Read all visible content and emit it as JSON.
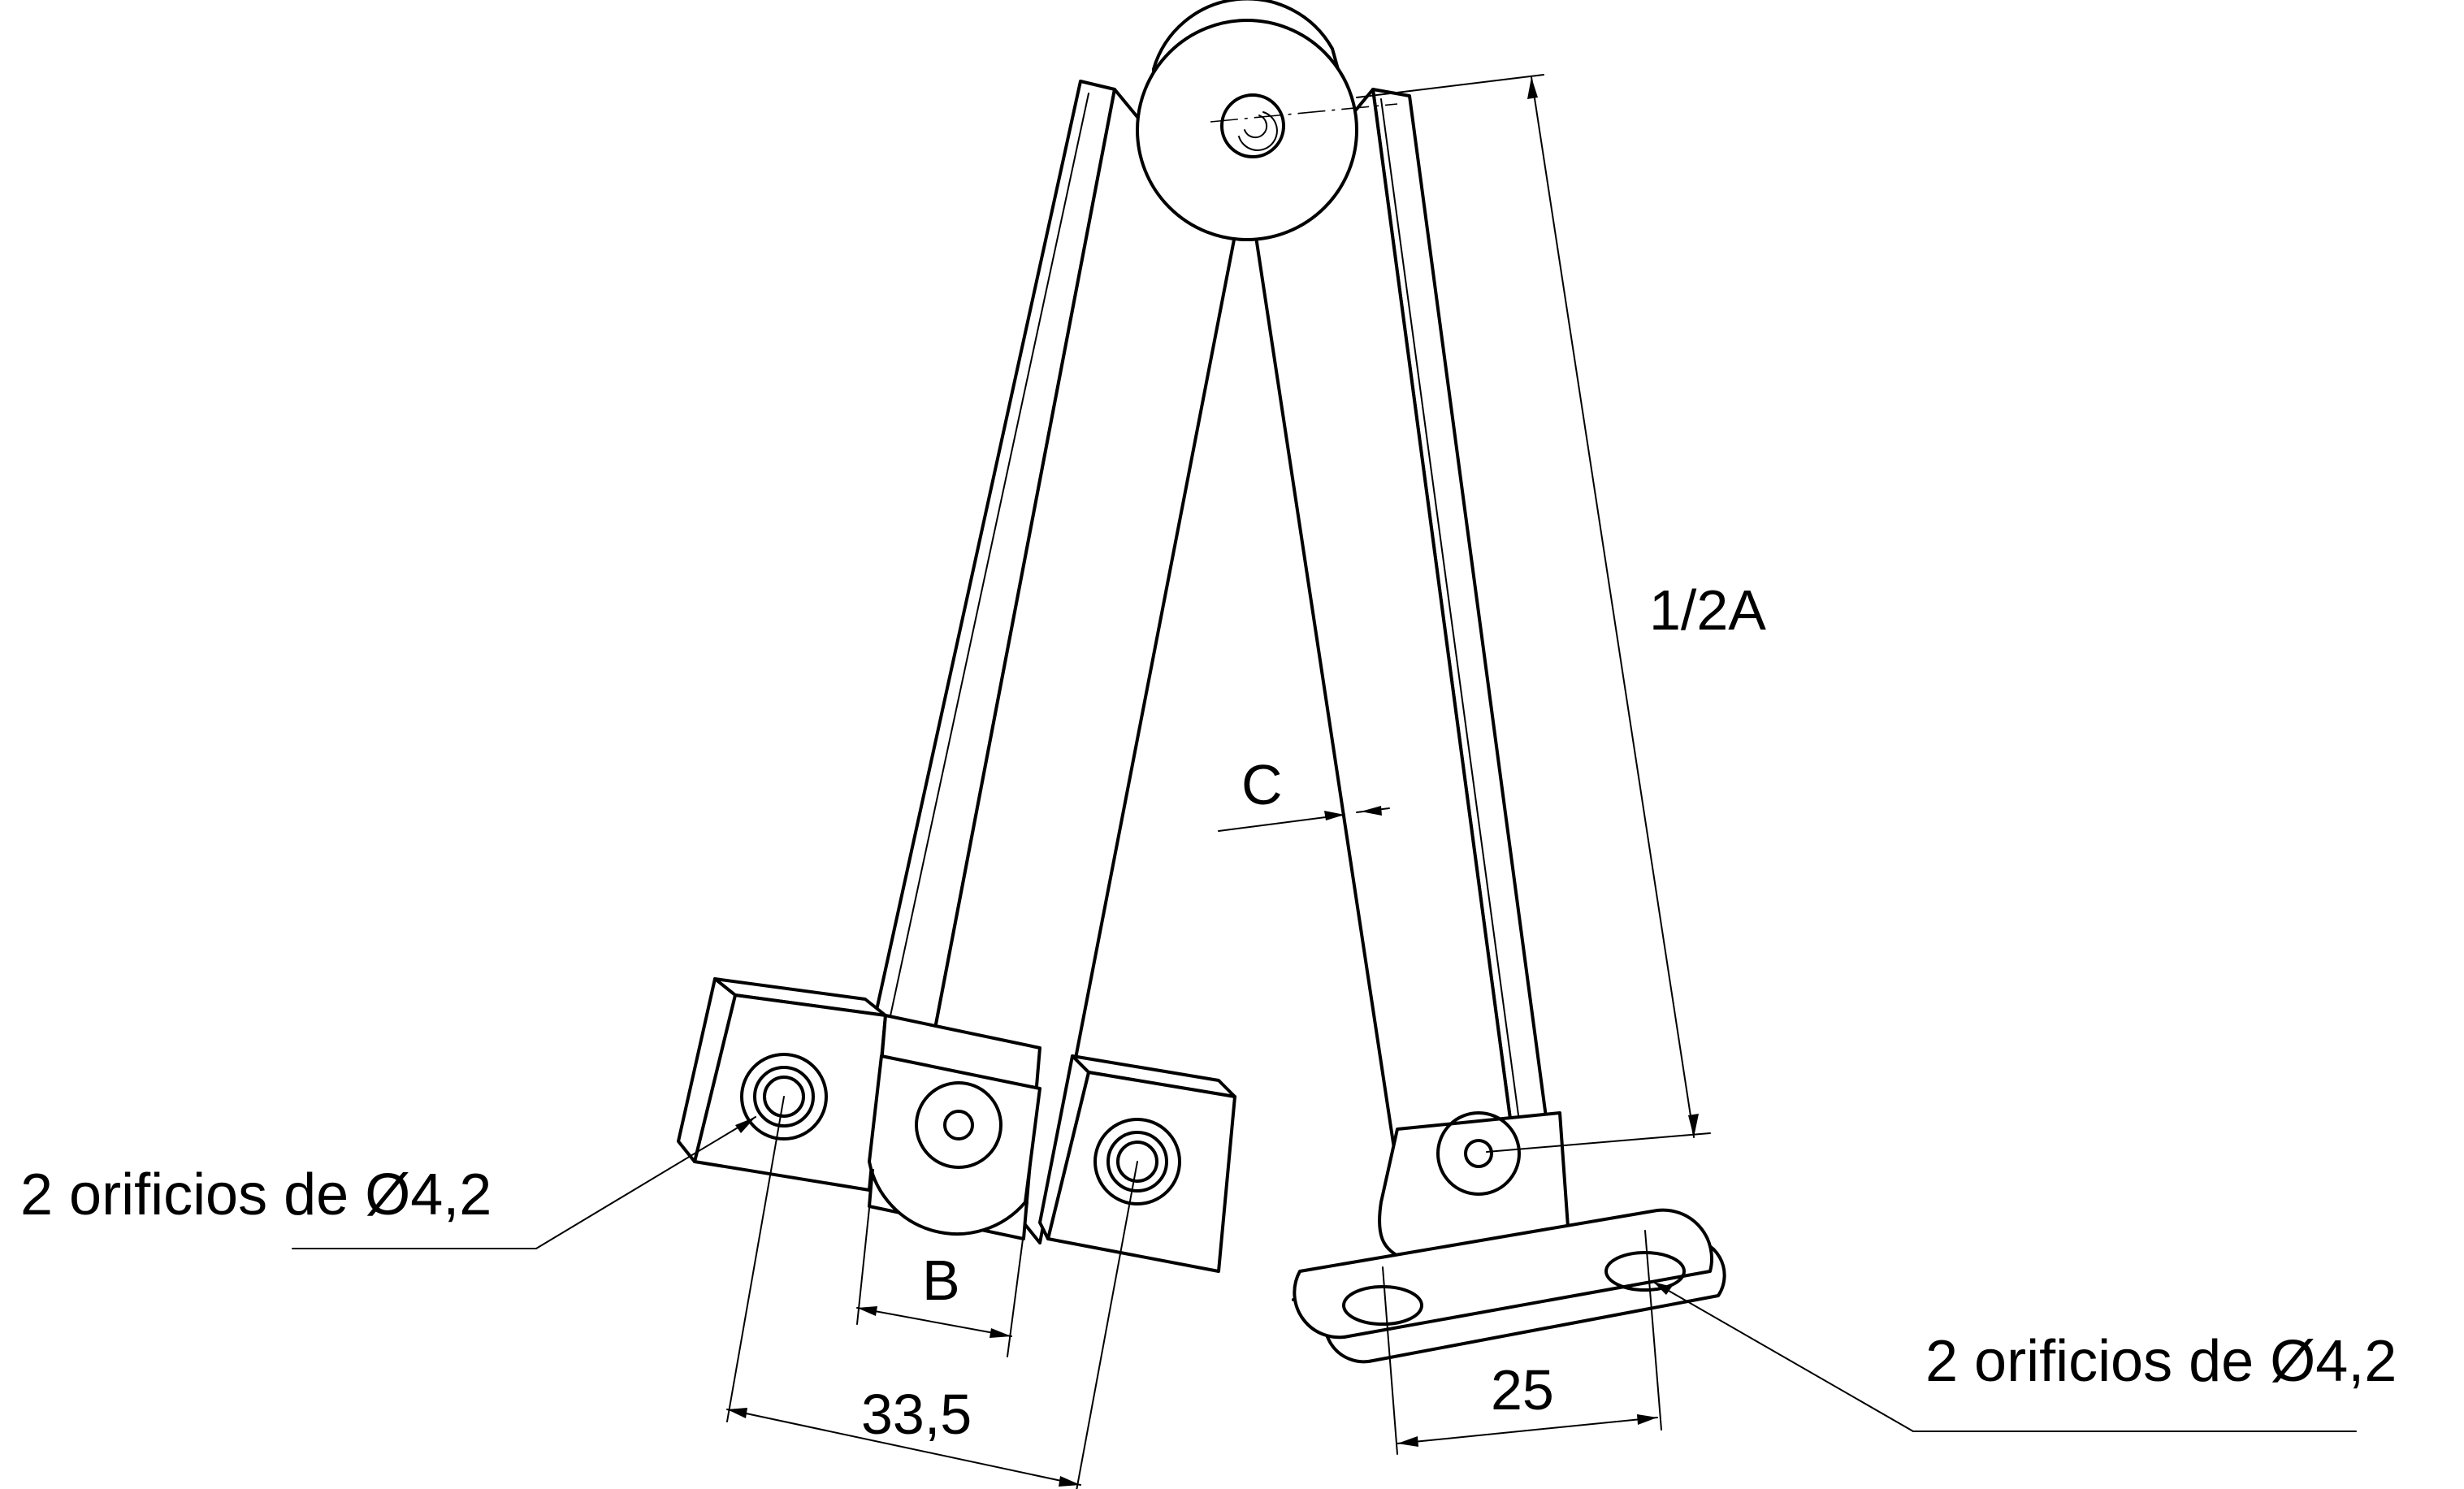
{
  "labels": {
    "dim_half_a": "1/2A",
    "dim_c": "C",
    "dim_b": "B",
    "dim_33_5": "33,5",
    "dim_25": "25",
    "holes_left": "2 orificios de Ø4,2",
    "holes_right": "2 orificios de Ø4,2"
  },
  "colors": {
    "line": "#000000",
    "background": "#ffffff"
  }
}
